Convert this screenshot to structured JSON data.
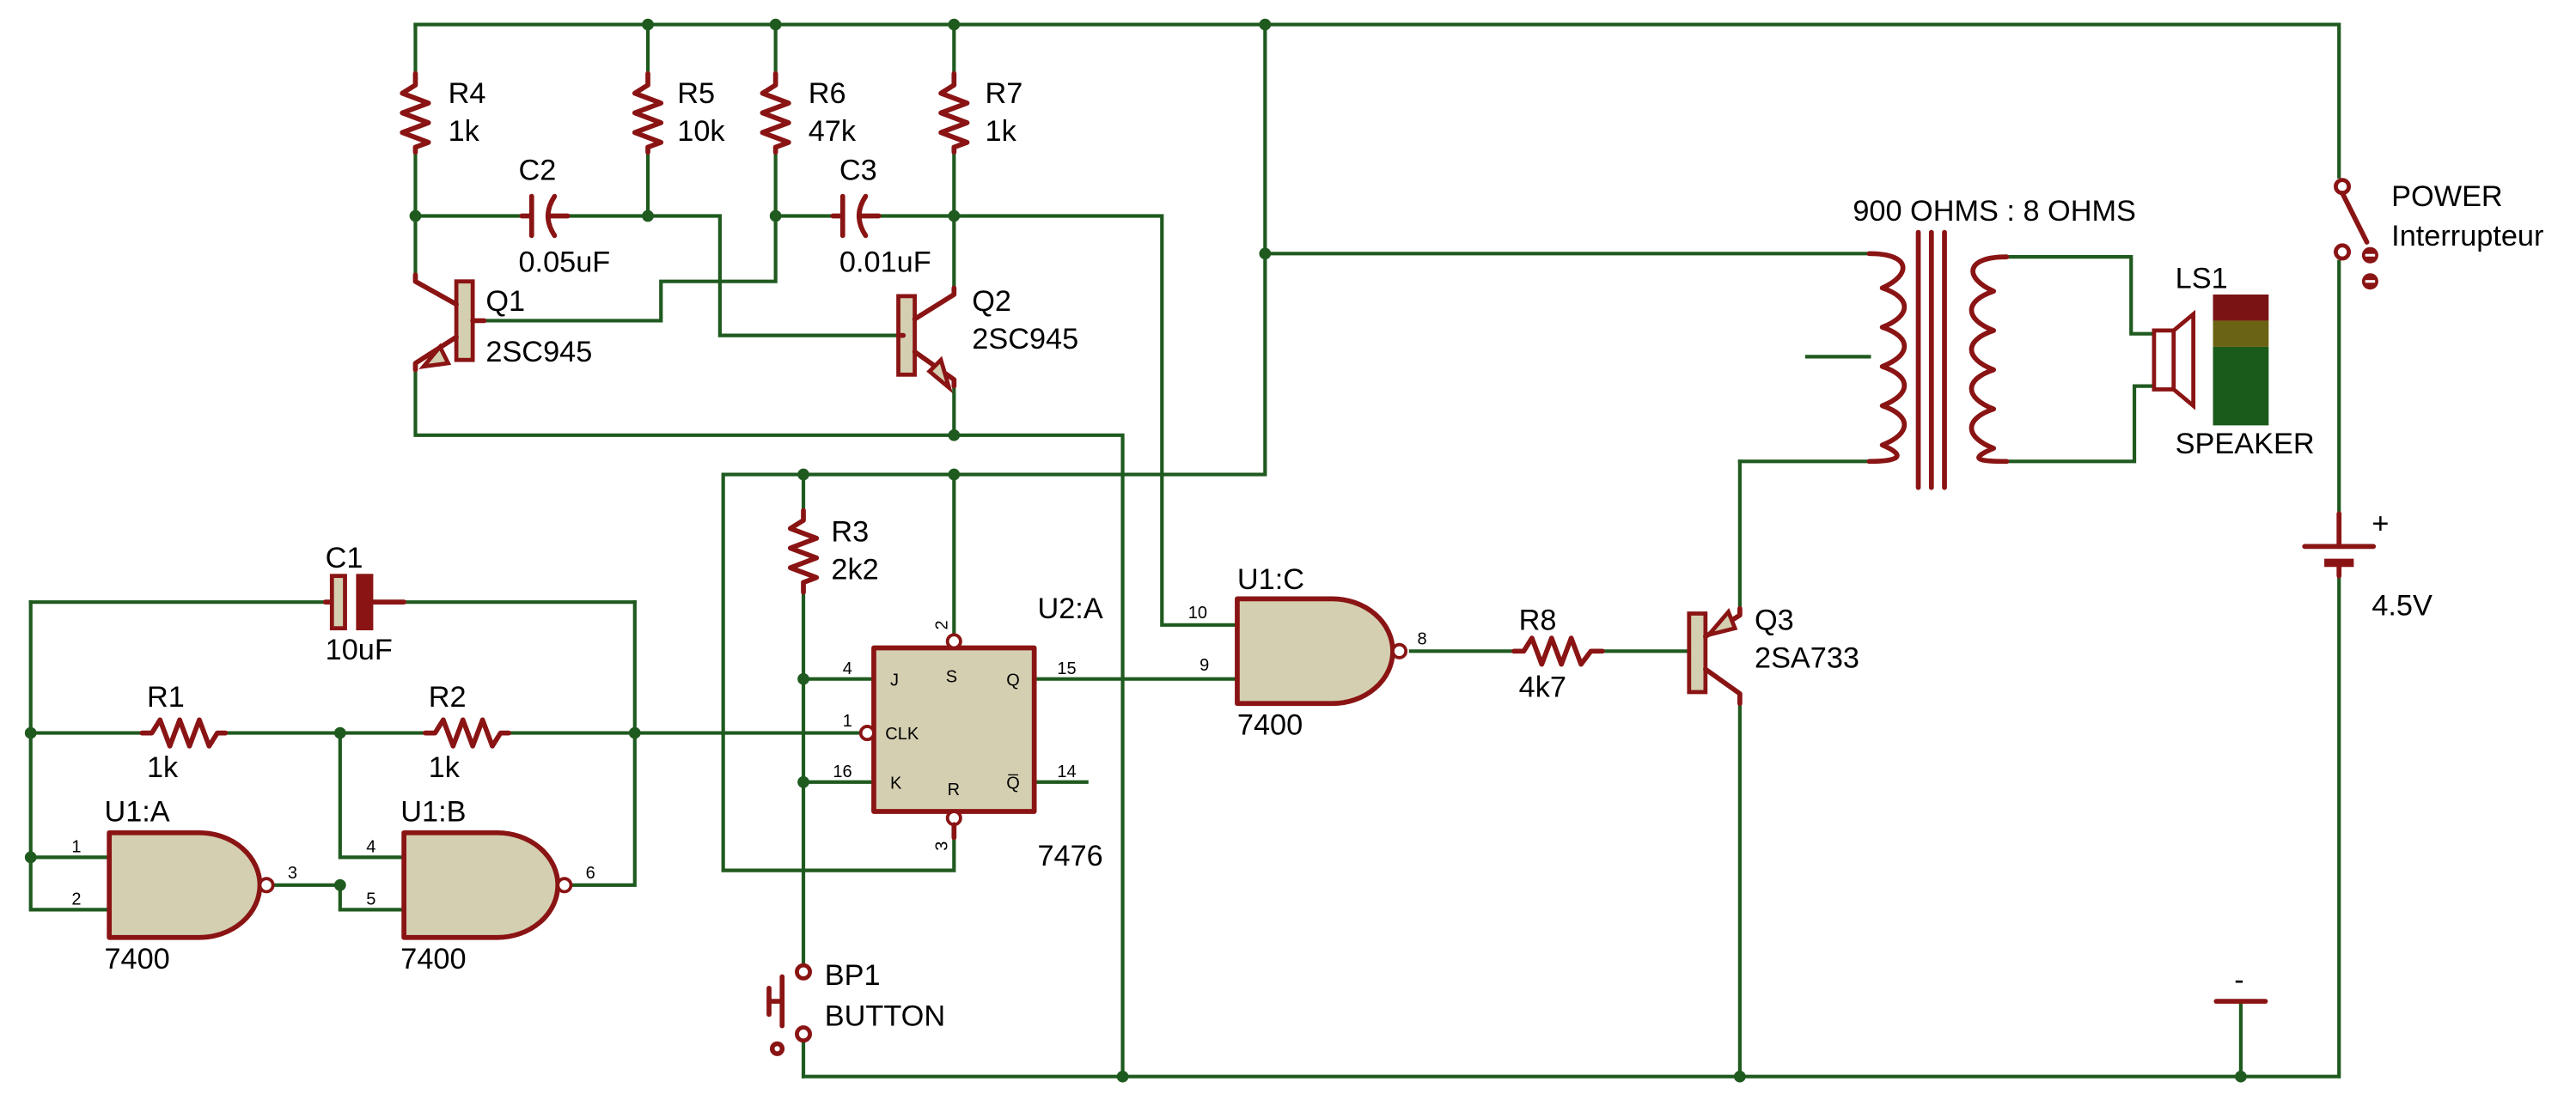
{
  "components": {
    "r4": {
      "ref": "R4",
      "value": "1k"
    },
    "r5": {
      "ref": "R5",
      "value": "10k"
    },
    "r6": {
      "ref": "R6",
      "value": "47k"
    },
    "r7": {
      "ref": "R7",
      "value": "1k"
    },
    "c2": {
      "ref": "C2",
      "value": "0.05uF"
    },
    "c3": {
      "ref": "C3",
      "value": "0.01uF"
    },
    "q1": {
      "ref": "Q1",
      "value": "2SC945"
    },
    "q2": {
      "ref": "Q2",
      "value": "2SC945"
    },
    "r3": {
      "ref": "R3",
      "value": "2k2"
    },
    "u2a": {
      "ref": "U2:A",
      "value": "7476",
      "pins": {
        "j": "J",
        "s": "S",
        "q": "Q",
        "clk": "CLK",
        "k": "K",
        "r": "R",
        "qbar": "Q̅"
      },
      "pin_numbers": {
        "j": "4",
        "s": "2",
        "q": "15",
        "clk": "1",
        "k": "16",
        "r": "3",
        "qbar": "14"
      }
    },
    "c1": {
      "ref": "C1",
      "value": "10uF"
    },
    "r1": {
      "ref": "R1",
      "value": "1k"
    },
    "r2": {
      "ref": "R2",
      "value": "1k"
    },
    "u1a": {
      "ref": "U1:A",
      "value": "7400",
      "pin_numbers": {
        "in1": "1",
        "in2": "2",
        "out": "3"
      }
    },
    "u1b": {
      "ref": "U1:B",
      "value": "7400",
      "pin_numbers": {
        "in1": "4",
        "in2": "5",
        "out": "6"
      }
    },
    "u1c": {
      "ref": "U1:C",
      "value": "7400",
      "pin_numbers": {
        "in1": "10",
        "in2": "9",
        "out": "8"
      }
    },
    "r8": {
      "ref": "R8",
      "value": "4k7"
    },
    "q3": {
      "ref": "Q3",
      "value": "2SA733"
    },
    "bp1": {
      "ref": "BP1",
      "value": "BUTTON"
    },
    "transformer": {
      "label": "900 OHMS : 8 OHMS"
    },
    "ls1": {
      "ref": "LS1",
      "value": "SPEAKER"
    },
    "power": {
      "ref": "POWER",
      "value": "Interrupteur"
    },
    "battery": {
      "polarity": "+",
      "value": "4.5V"
    },
    "ground": {
      "symbol": "-"
    }
  },
  "colors": {
    "wire": "#1f5a1f",
    "component": "#8a1414",
    "body_fill": "#d4cfb1"
  }
}
